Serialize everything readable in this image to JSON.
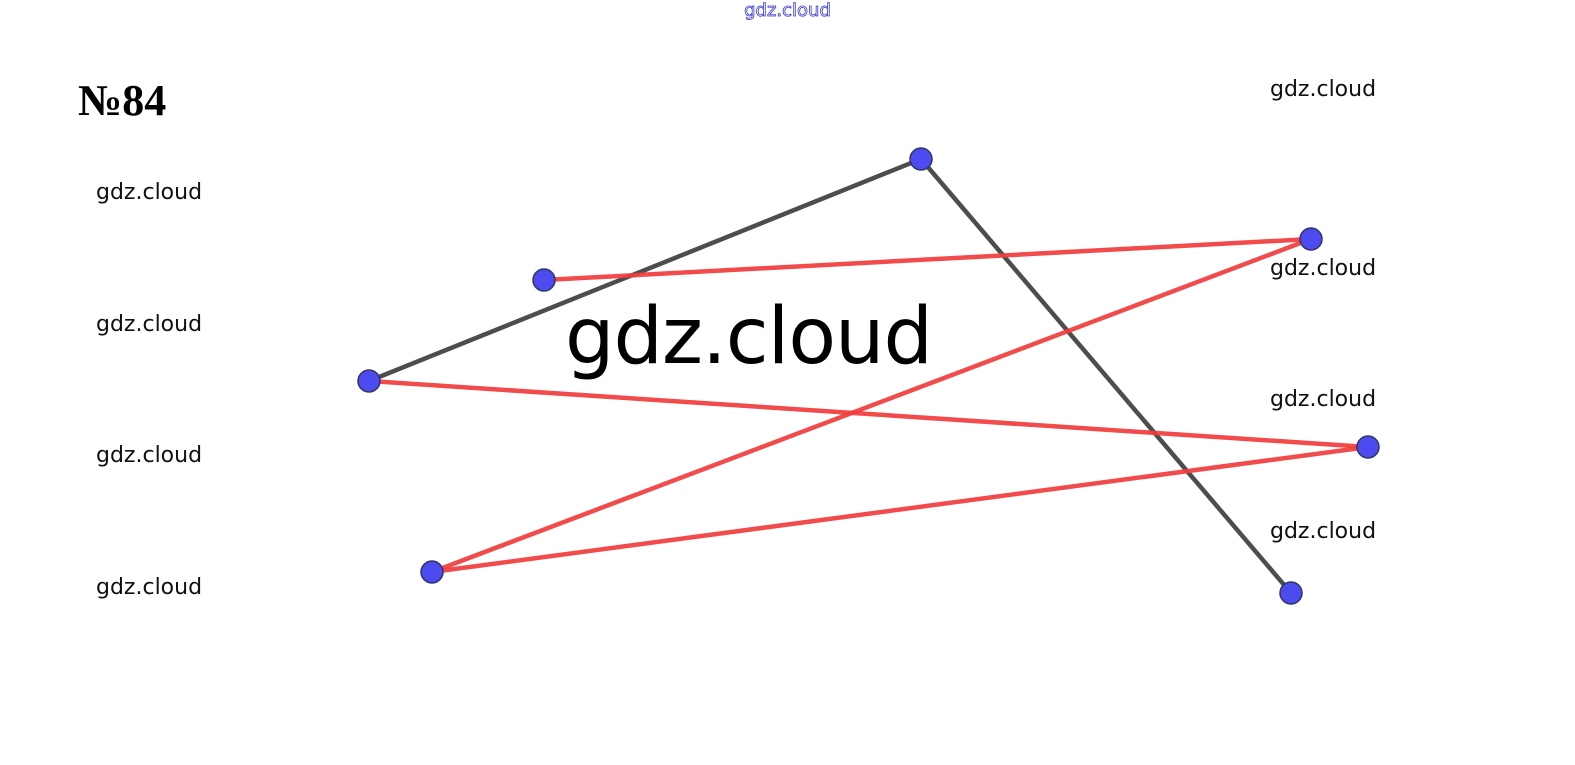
{
  "header": {
    "watermark": "gdz.cloud"
  },
  "task": {
    "number": "№84"
  },
  "watermarks": {
    "left": [
      "gdz.cloud",
      "gdz.cloud",
      "gdz.cloud",
      "gdz.cloud"
    ],
    "right": [
      "gdz.cloud",
      "gdz.cloud",
      "gdz.cloud",
      "gdz.cloud"
    ],
    "center": "gdz.cloud"
  },
  "diagram": {
    "point_color": "#4b4bf0",
    "red_line_color": "#f03c3c",
    "gray_line_color": "#444444"
  }
}
